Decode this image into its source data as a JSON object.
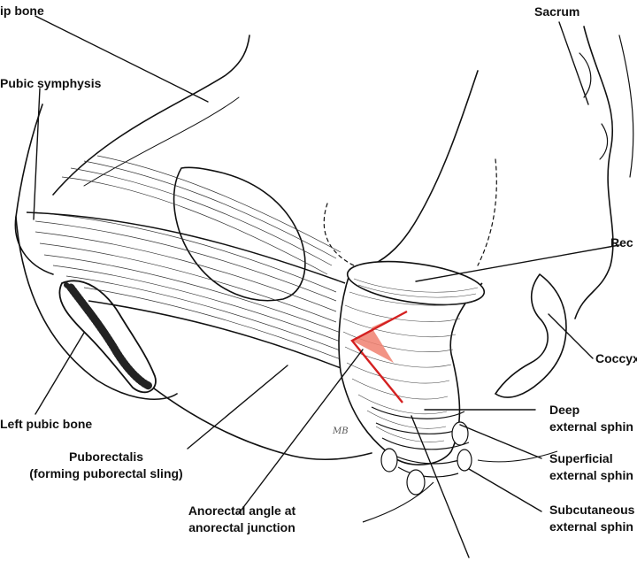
{
  "colors": {
    "line": "#111111",
    "angle_fill": "#f08070",
    "angle_line": "#d42020"
  },
  "labels": {
    "hip_bone": "ip bone",
    "sacrum": "Sacrum",
    "pubic_symphysis": "Pubic symphysis",
    "rectum": "Rec",
    "coccyx": "Coccyx",
    "left_pubic_bone": "Left pubic bone",
    "deep": {
      "line1": "Deep",
      "line2": "external sphin"
    },
    "superficial": {
      "line1": "Superficial",
      "line2": "external sphin"
    },
    "subcutaneous": {
      "line1": "Subcutaneous",
      "line2": "external sphin"
    },
    "puborectalis": {
      "line1": "Puborectalis",
      "line2": "(forming puborectal sling)"
    },
    "anorectal": {
      "line1": "Anorectal angle at",
      "line2": "anorectal junction"
    }
  },
  "signature": "MB"
}
